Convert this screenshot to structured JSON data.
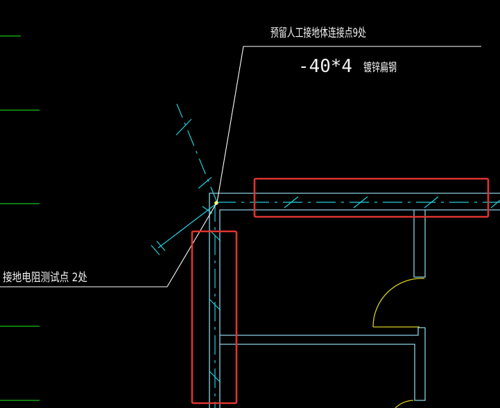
{
  "colors": {
    "background": "#000000",
    "leader": "#ffffff",
    "wall": "#8fd3e8",
    "grounding": "#22d3e0",
    "highlight": "#e0342f",
    "door": "#d8d020",
    "gridmark": "#18c418",
    "point": "#f4f452"
  },
  "labels": {
    "top_note": "预留人工接地体连接点9处",
    "spec_size": "-40*4",
    "spec_material": "镀锌扁钢",
    "left_note": "接地电阻测试点 2处"
  }
}
